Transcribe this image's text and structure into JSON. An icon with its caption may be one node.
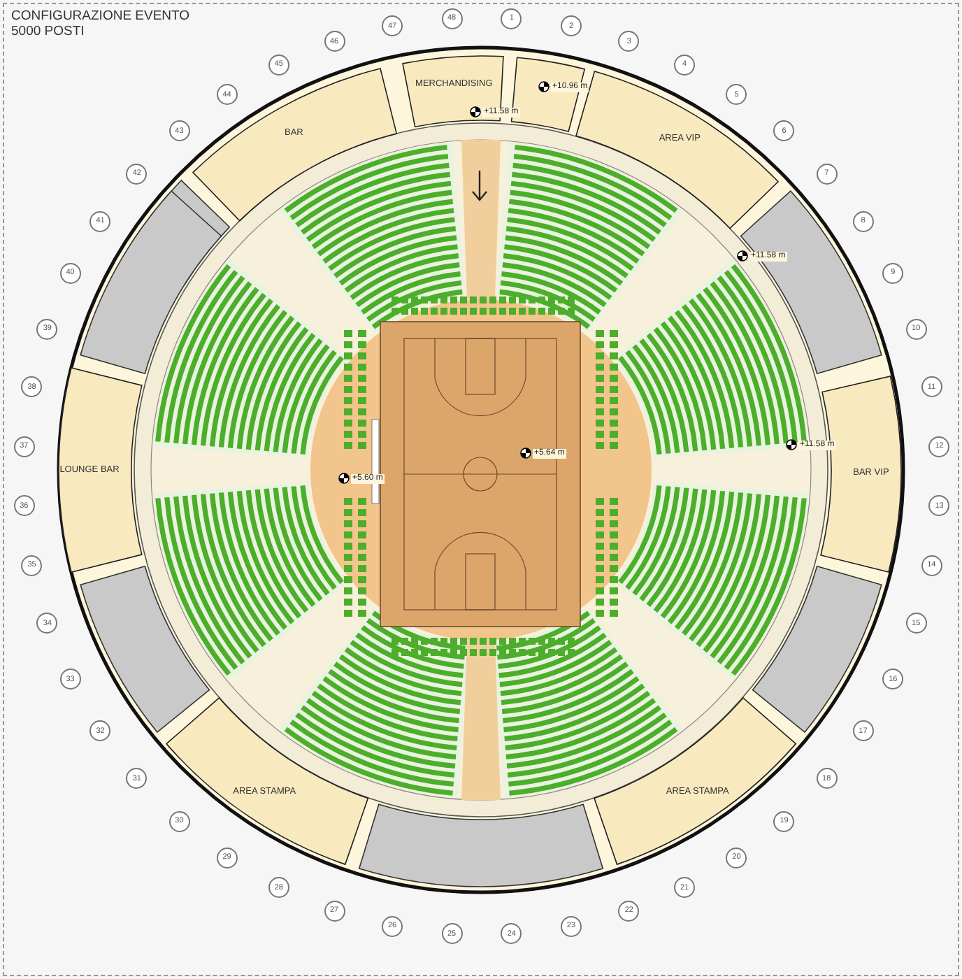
{
  "diagram": {
    "title": "CONFIGURAZIONE EVENTO 5000 POSTI",
    "nodes": [
      {
        "text": [
          "BAR"
        ]
      },
      {
        "text": [
          "MERCHANDISING"
        ]
      },
      {
        "text": [
          "AREA VIP"
        ]
      },
      {
        "text": [
          "LOUNGE BAR"
        ]
      },
      {
        "text": [
          "BAR VIP"
        ]
      },
      {
        "text": [
          "AREA STAMPA"
        ]
      },
      {
        "text": [
          "AREA STAMPA"
        ]
      }
    ],
    "labels": [
      "+11.58 m",
      "+10.96 m",
      "+11.58 m",
      "+11.58 m",
      "+5.64 m",
      "+5.60 m",
      "1",
      "2",
      "3",
      "4",
      "5",
      "6",
      "7",
      "8",
      "9",
      "10",
      "11",
      "12",
      "13",
      "14",
      "15",
      "16",
      "17",
      "18",
      "19",
      "20",
      "21",
      "22",
      "23",
      "24",
      "25",
      "26",
      "27",
      "28",
      "29",
      "30",
      "31",
      "32",
      "33",
      "34",
      "35",
      "36",
      "37",
      "38",
      "39",
      "40",
      "41",
      "42",
      "43",
      "44",
      "45",
      "46",
      "47",
      "48"
    ]
  }
}
